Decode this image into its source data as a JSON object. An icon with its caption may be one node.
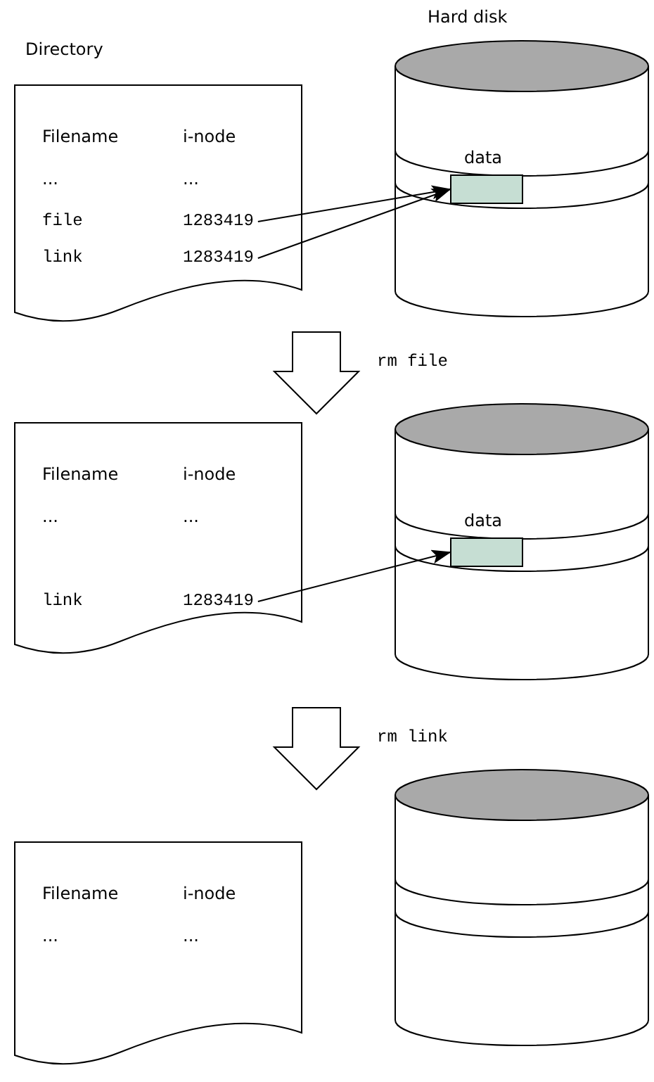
{
  "diagram": {
    "nodes": [
      {
        "text": [
          "Directory",
          "Filename",
          "i-node",
          "...",
          "...",
          "file",
          "link"
        ]
      },
      {
        "text": [
          "1283419"
        ],
        "in": 0
      },
      {
        "text": [
          "1283419"
        ],
        "in": 0
      },
      {
        "text": [
          "Hard disk"
        ]
      },
      {
        "text": [
          "data"
        ],
        "in": 3
      },
      {
        "text": [
          "Filename",
          "i-node",
          "...",
          "...",
          "link"
        ]
      },
      {
        "text": [
          "1283419"
        ],
        "in": 5
      },
      {
        "text": [],
        "shape": "cylinder"
      },
      {
        "text": [
          "data"
        ],
        "in": 7
      },
      {
        "text": [
          "Filename",
          "i-node",
          "...",
          "..."
        ]
      },
      {
        "text": [],
        "shape": "cylinder"
      }
    ],
    "edges": [
      {
        "from": 1,
        "to": 4,
        "arrow": "to"
      },
      {
        "from": 2,
        "to": 4,
        "arrow": "to"
      },
      {
        "from": 0,
        "to": 5,
        "arrow": "to",
        "label": "rm file",
        "style": "thick"
      },
      {
        "from": 6,
        "to": 8,
        "arrow": "to"
      },
      {
        "from": 5,
        "to": 9,
        "arrow": "to",
        "label": "rm link",
        "style": "thick"
      }
    ]
  }
}
